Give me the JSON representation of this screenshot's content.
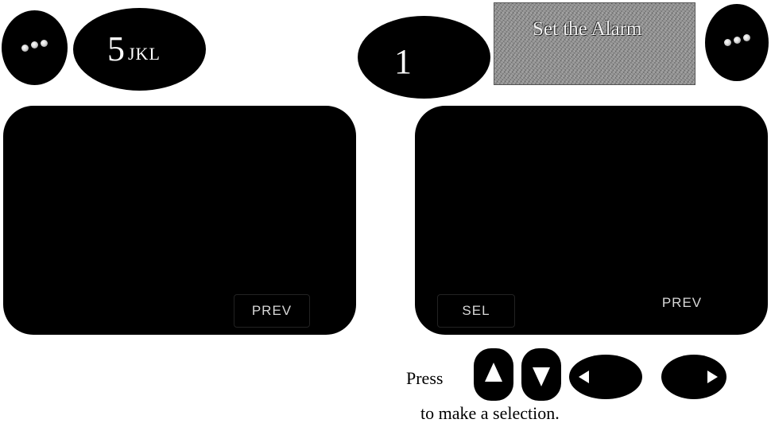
{
  "keypad": {
    "left_more_icon": "ellipsis-dots-icon",
    "key_5": {
      "main": "5",
      "sub": "JKL"
    },
    "key_1": {
      "main": "1"
    },
    "right_more_icon": "ellipsis-dots-icon"
  },
  "banner": {
    "text": "Set the Alarm"
  },
  "screen_left": {
    "softkey_right": "PREV"
  },
  "screen_right": {
    "softkey_left": "SEL",
    "softkey_right": "PREV"
  },
  "instructions": {
    "press_label": "Press",
    "suffix": "to make a selection.",
    "buttons": [
      "up-arrow-icon",
      "down-arrow-icon",
      "left-arrow-icon",
      "right-arrow-icon"
    ]
  }
}
